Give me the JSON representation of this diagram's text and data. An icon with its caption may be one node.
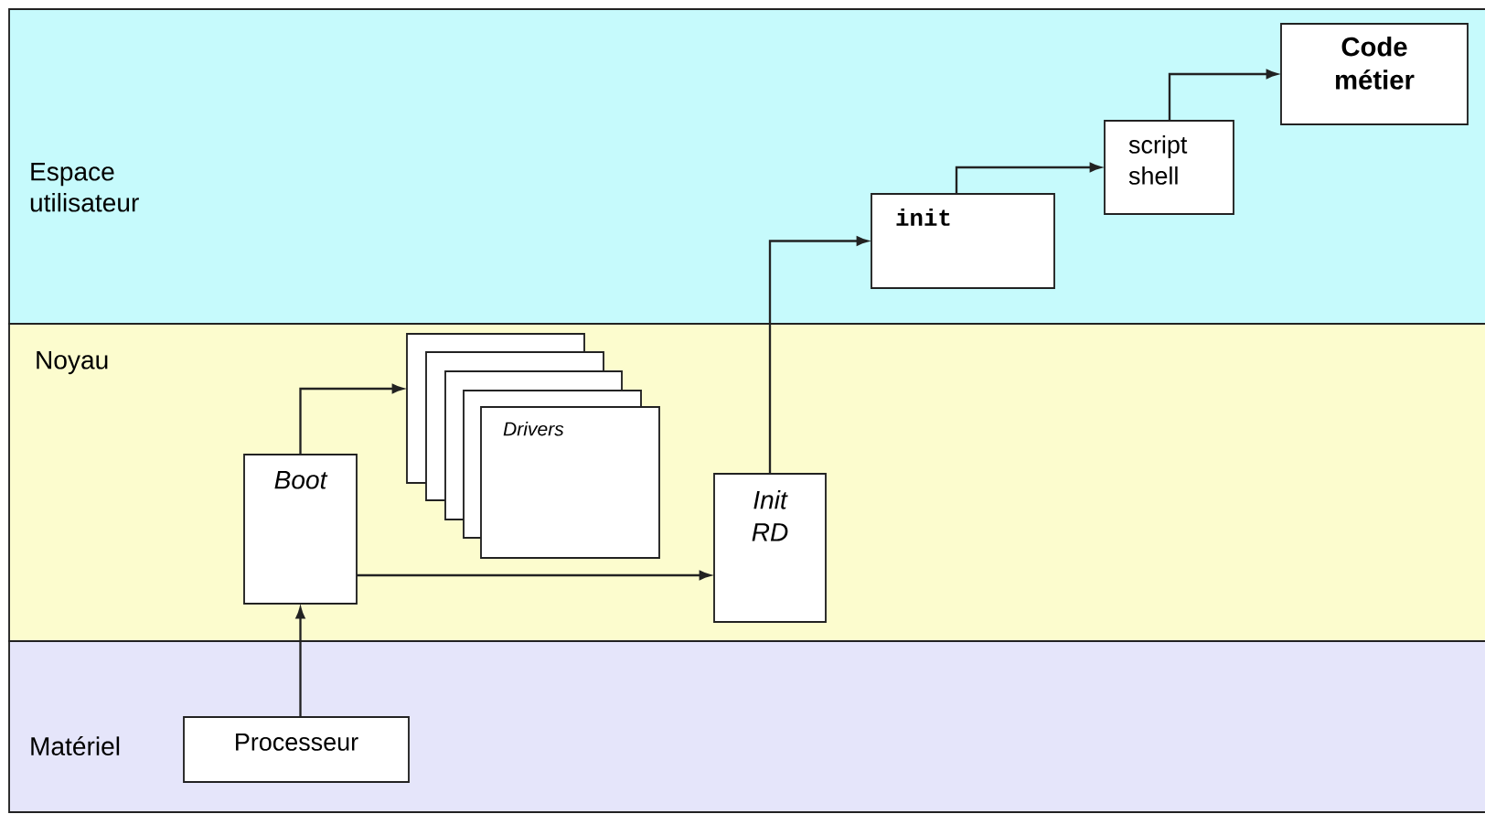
{
  "diagram": {
    "nodes": [
      {
        "text": [
          "Espace utilisateur"
        ]
      },
      {
        "text": [
          "Noyau"
        ]
      },
      {
        "text": [
          "Matériel"
        ]
      },
      {
        "text": [
          "Processeur"
        ],
        "in": 2
      },
      {
        "text": [
          "Boot"
        ],
        "in": 1
      },
      {
        "text": [
          "Drivers"
        ],
        "in": 1
      },
      {
        "text": [
          "Init RD"
        ],
        "in": 1
      },
      {
        "text": [
          "init"
        ],
        "in": 0
      },
      {
        "text": [
          "script shell"
        ],
        "in": 0
      },
      {
        "text": [
          "Code métier"
        ],
        "in": 0
      }
    ],
    "edges": [
      {
        "from": 3,
        "to": 4,
        "arrow": "to"
      },
      {
        "from": 4,
        "to": 5,
        "arrow": "to"
      },
      {
        "from": 4,
        "to": 6,
        "arrow": "to"
      },
      {
        "from": 6,
        "to": 7,
        "arrow": "to"
      },
      {
        "from": 7,
        "to": 8,
        "arrow": "to"
      },
      {
        "from": 8,
        "to": 9,
        "arrow": "to"
      }
    ]
  }
}
